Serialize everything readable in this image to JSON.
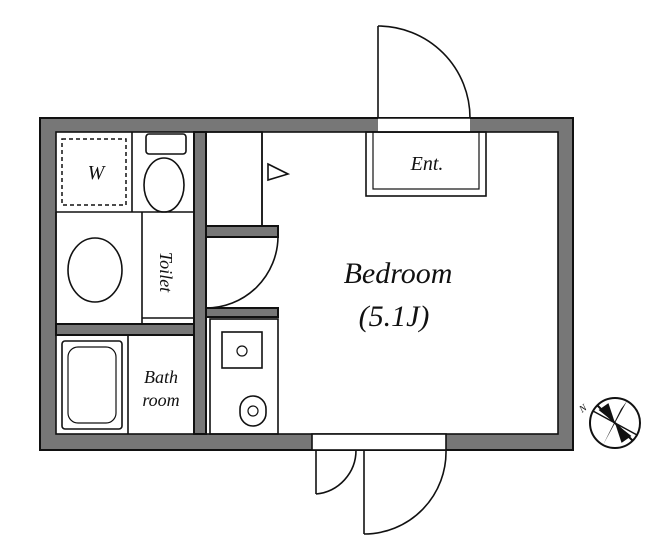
{
  "labels": {
    "bedroom": "Bedroom",
    "bedroom_area": "(5.1J)",
    "entrance": "Ent.",
    "toilet": "Toilet",
    "bath_line1": "Bath",
    "bath_line2": "room",
    "washer": "W",
    "north": "N"
  },
  "colors": {
    "wall": "#777777",
    "line": "#111111",
    "background": "#ffffff"
  }
}
